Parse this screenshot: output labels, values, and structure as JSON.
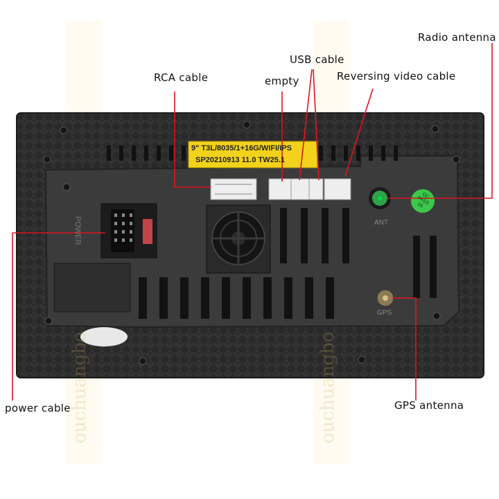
{
  "callouts": {
    "rca": "RCA cable",
    "empty": "empty",
    "usb": "USB cable",
    "reversing": "Reversing video cable",
    "radio": "Radio antenna",
    "power": "power cable",
    "gps": "GPS antenna"
  },
  "label_sticker": {
    "line1": "9\" T3L/8035/1+16G/WIFI/IPS",
    "line2": "SP20210913 11.0 TW25.1"
  },
  "panel_markings": {
    "power": "POWER",
    "ant": "ANT",
    "gps": "GPS"
  },
  "qc_sticker": {
    "line1": "QC",
    "line2": "PASS",
    "line3": "05"
  },
  "watermark": "ouchuangbo",
  "colors": {
    "housing": "#2b2b2b",
    "plate": "#3a3a3a",
    "leader_line": "#e0141e",
    "label_bg": "#f2d21a",
    "connector": "#eeeeee",
    "radio_port": "#2fa24a",
    "qc_sticker": "#3cc84a"
  }
}
